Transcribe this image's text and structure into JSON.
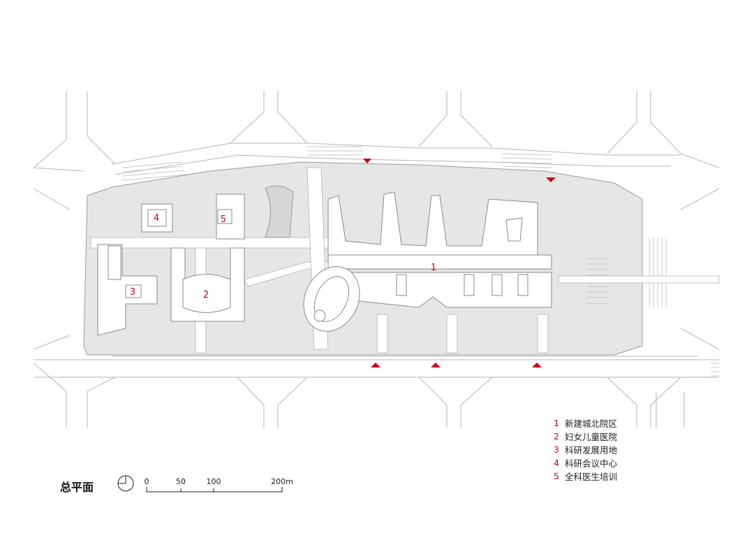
{
  "title": "总平面",
  "building_labels": [
    "1",
    "2",
    "3",
    "4",
    "5"
  ],
  "legend": [
    {
      "num": "1",
      "text": "新建城北院区"
    },
    {
      "num": "2",
      "text": "妇女儿童医院"
    },
    {
      "num": "3",
      "text": "科研发展用地"
    },
    {
      "num": "4",
      "text": "科研会议中心"
    },
    {
      "num": "5",
      "text": "全科医生培训"
    }
  ],
  "scale": {
    "t0": "0",
    "t50": "50",
    "t100": "100",
    "t200": "200m"
  },
  "colors": {
    "accent": "#d0021b",
    "ground": "#e6e6e6",
    "line": "#9a9a9a"
  }
}
